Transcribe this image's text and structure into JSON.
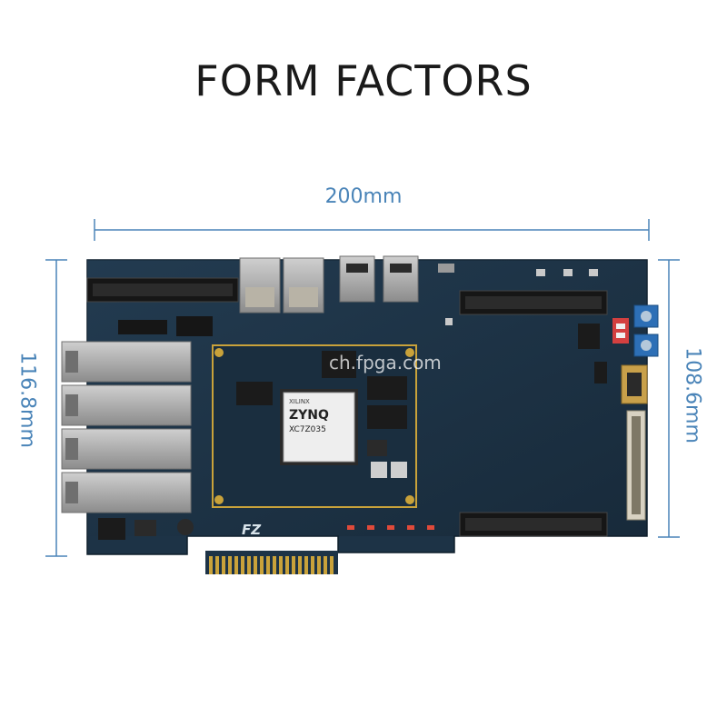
{
  "title": "FORM FACTORS",
  "dimensions": {
    "width": "200mm",
    "height_left": "116.8mm",
    "height_right": "108.6mm"
  },
  "watermark": "ch.fpga.com",
  "chip": {
    "brand": "XILINX",
    "family": "ZYNQ",
    "part": "XC7Z035"
  },
  "board_logo": "FZ",
  "colors": {
    "dimension": "#4a84b8",
    "pcb": "#1d3346",
    "gold": "#c9a23a"
  }
}
